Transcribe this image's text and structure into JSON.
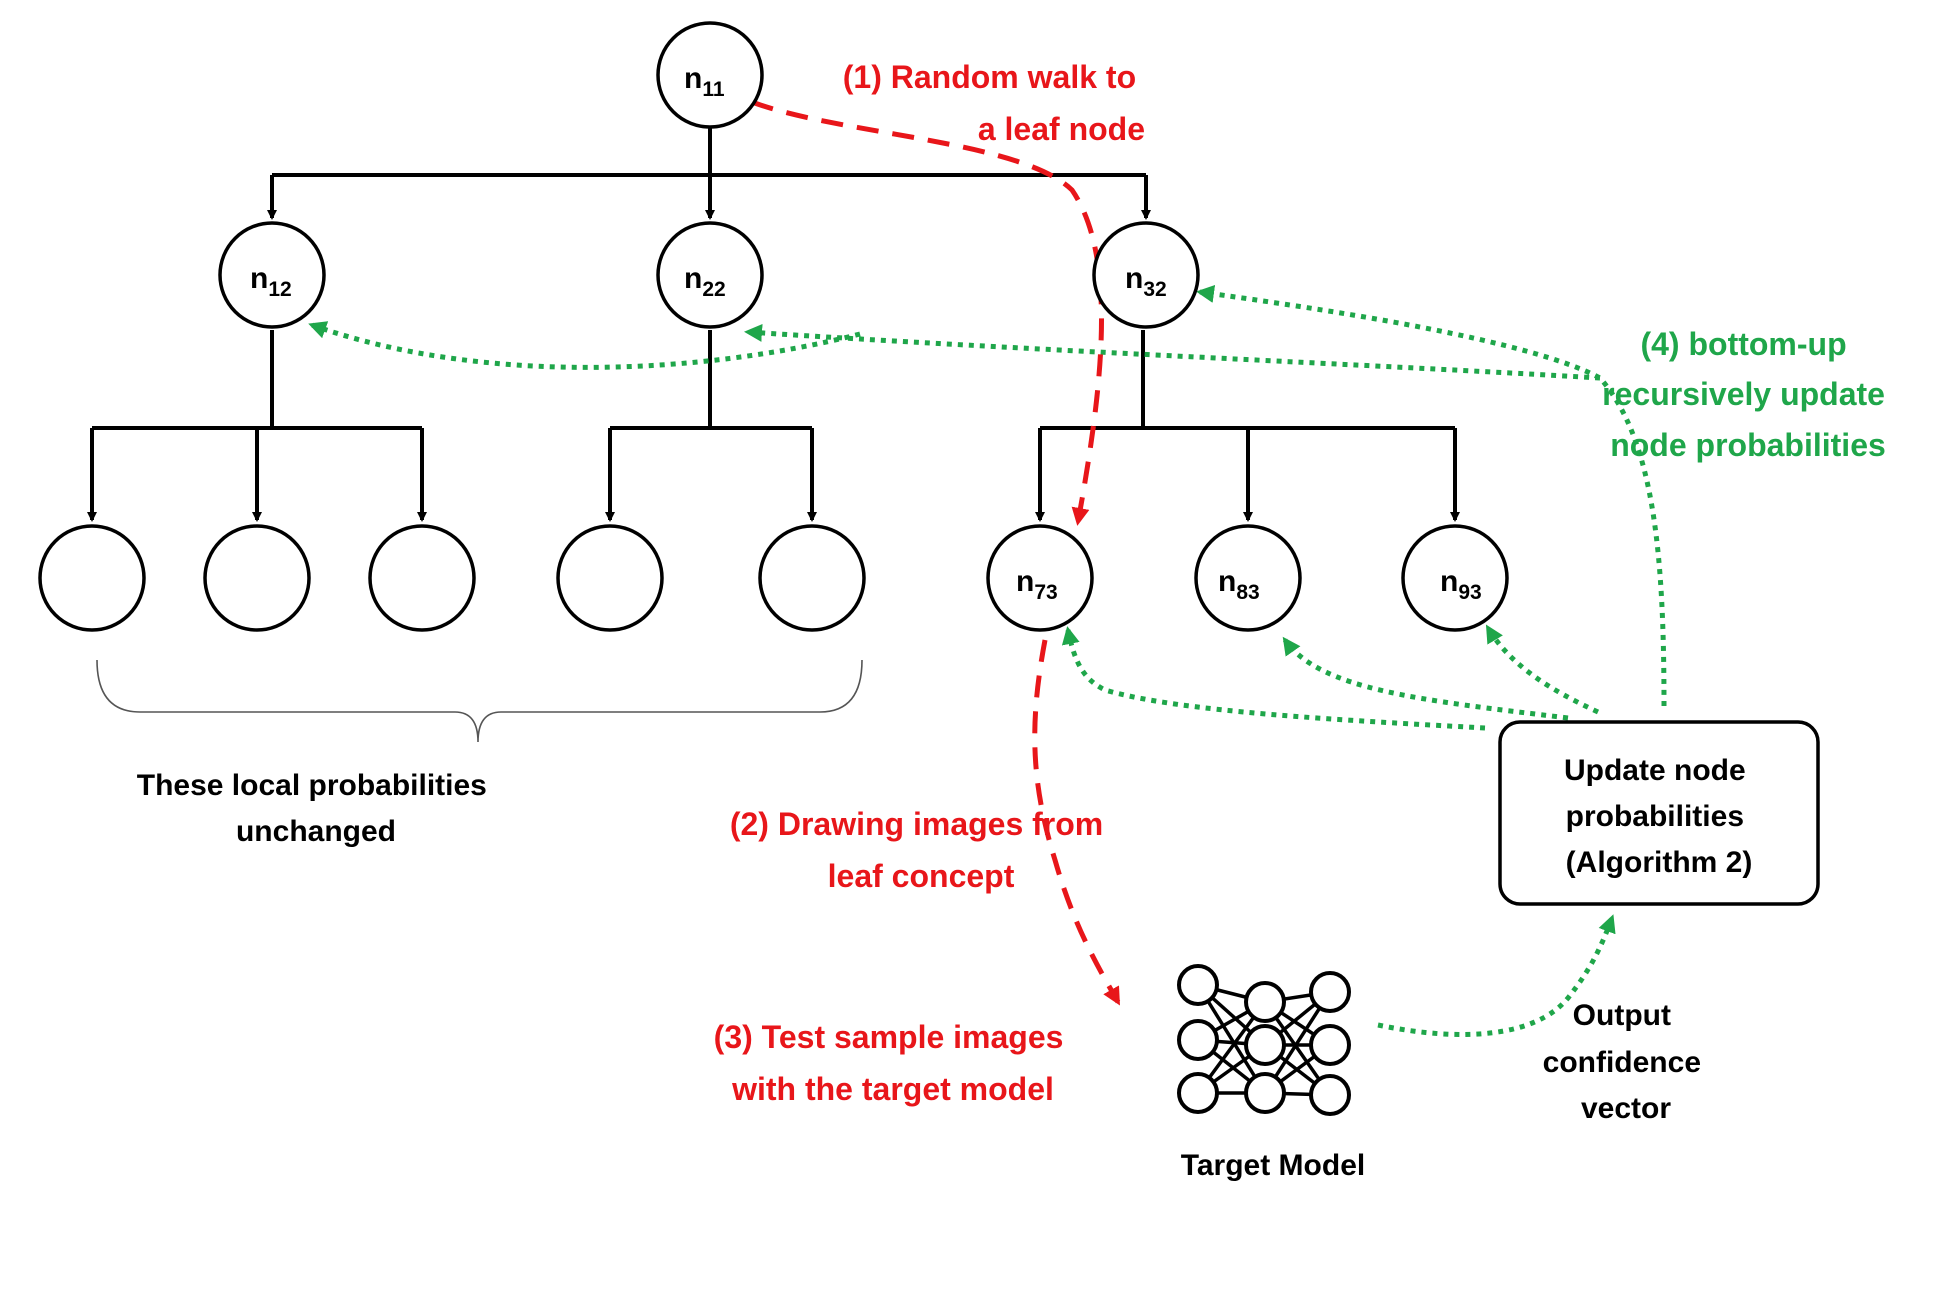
{
  "colors": {
    "red": "#e8161a",
    "green": "#1fa64a",
    "black": "#000000"
  },
  "nodes": {
    "n11": {
      "base": "n",
      "sub": "11"
    },
    "n12": {
      "base": "n",
      "sub": "12"
    },
    "n22": {
      "base": "n",
      "sub": "22"
    },
    "n32": {
      "base": "n",
      "sub": "32"
    },
    "n73": {
      "base": "n",
      "sub": "73"
    },
    "n83": {
      "base": "n",
      "sub": "83"
    },
    "n93": {
      "base": "n",
      "sub": "93"
    }
  },
  "labels": {
    "step1": [
      "(1) Random walk to",
      "a leaf node"
    ],
    "step2": [
      "(2) Drawing images from",
      "leaf concept"
    ],
    "step3": [
      "(3) Test sample images",
      "with the target model"
    ],
    "step4": [
      "(4) bottom-up",
      "recursively update",
      "node probabilities"
    ],
    "unchanged": [
      "These local probabilities",
      "unchanged"
    ],
    "update_box": [
      "Update node",
      "probabilities",
      "(Algorithm 2)"
    ],
    "output": [
      "Output",
      "confidence",
      "vector"
    ],
    "target_model": "Target Model"
  }
}
